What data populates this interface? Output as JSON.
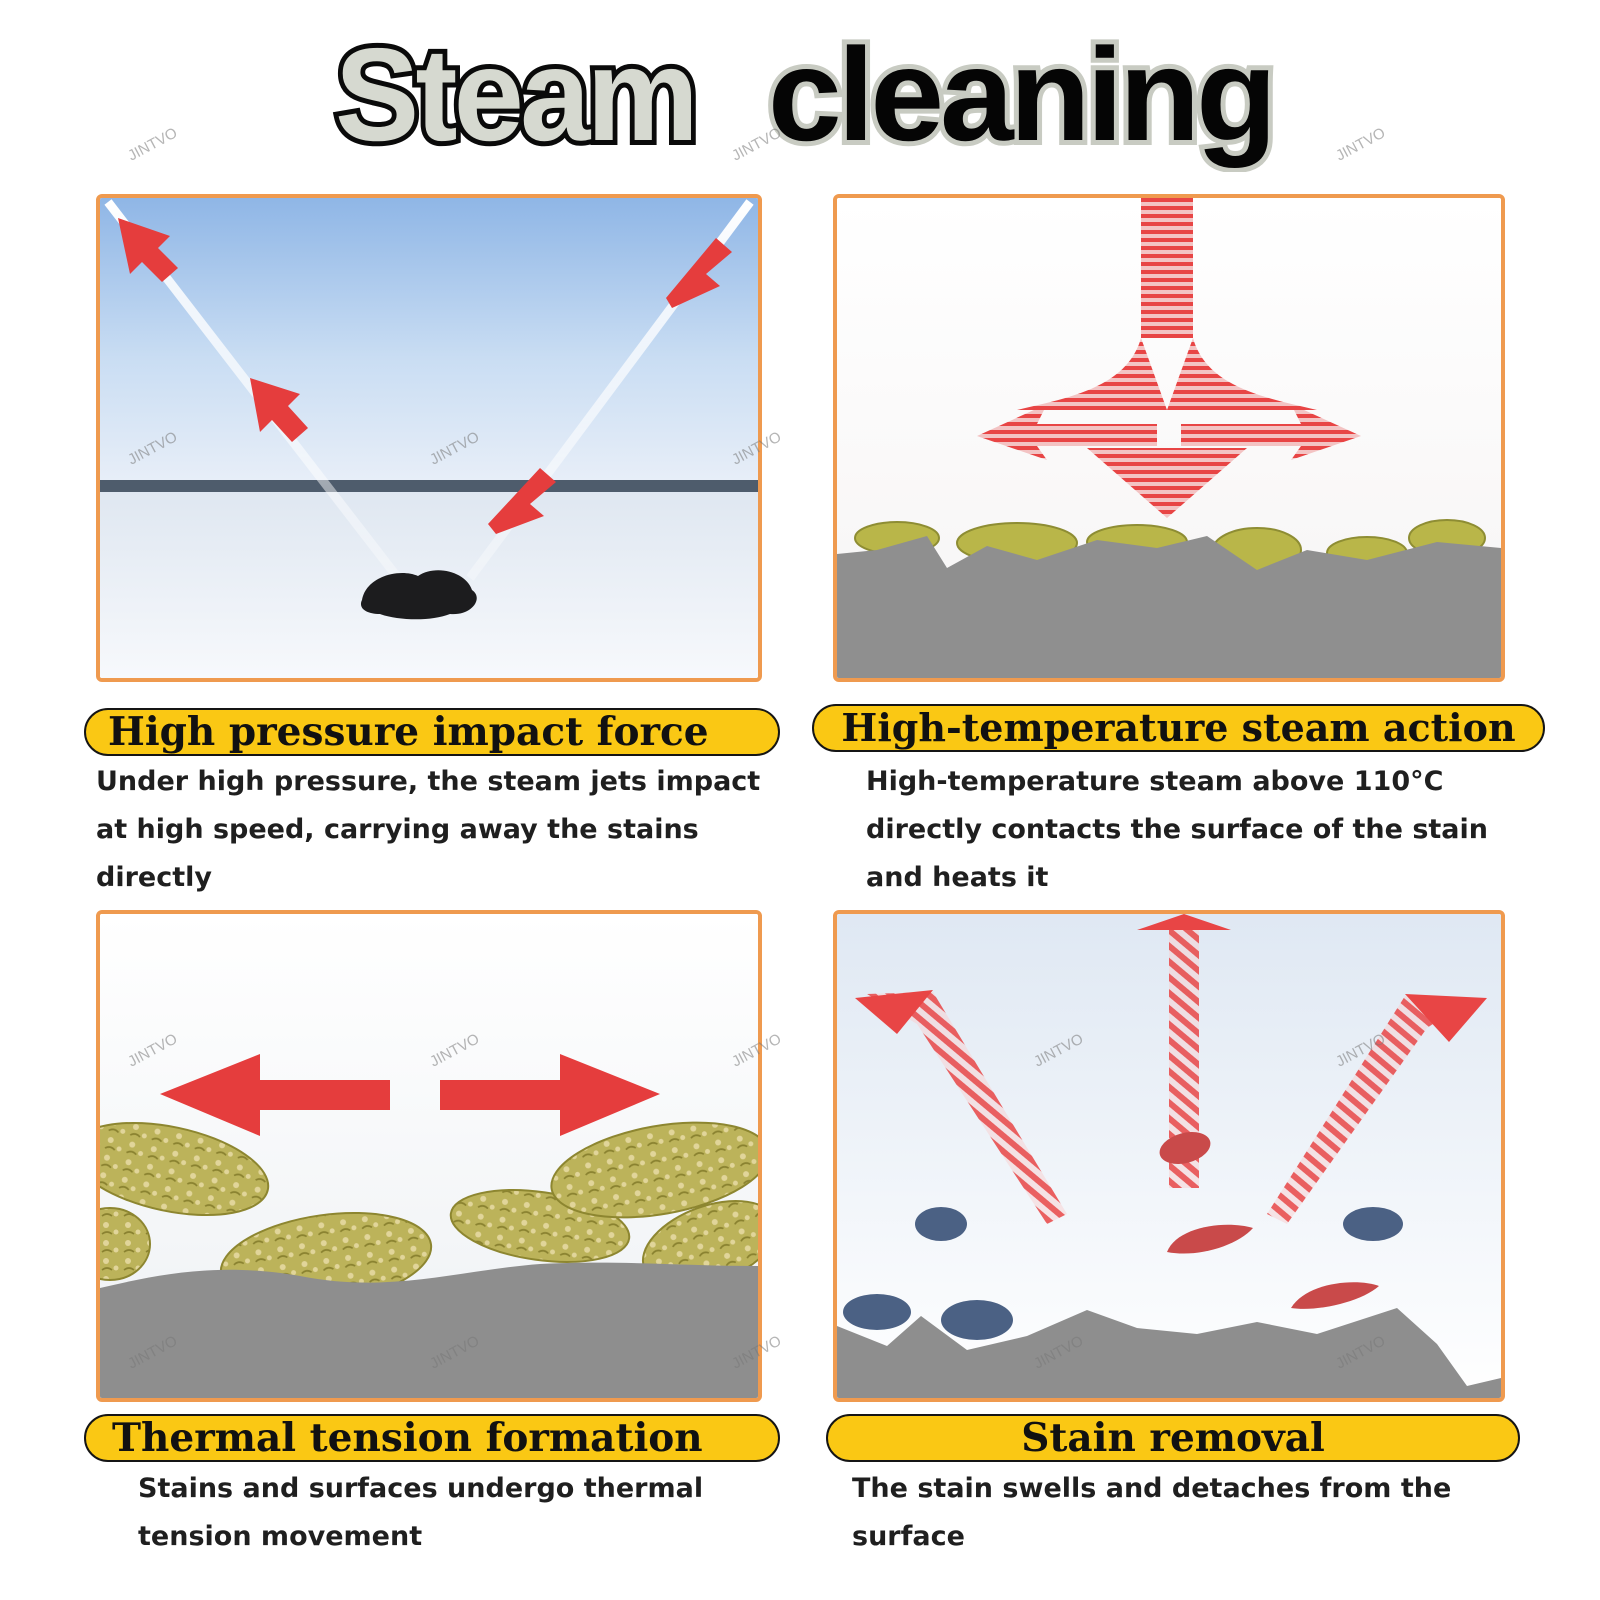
{
  "title": {
    "word1": "Steam",
    "word2": "cleaning"
  },
  "watermark": "JINTVO",
  "colors": {
    "panel_border": "#ef9a4f",
    "label_fill": "#fac814",
    "arrow_red": "#e53d3d",
    "stain_olive": "#b6b24a",
    "surface_gray": "#8f8f8f",
    "particle_blue": "#4b6184"
  },
  "panels": [
    {
      "label": "High pressure impact force",
      "description": "Under high pressure, the steam jets impact at high speed, carrying away the stains directly"
    },
    {
      "label": "High-temperature steam action",
      "description": "High-temperature steam above 110°C directly contacts the surface of the stain and heats it"
    },
    {
      "label": "Thermal tension formation",
      "description": "Stains and surfaces undergo thermal tension movement"
    },
    {
      "label": "Stain removal",
      "description": "The stain swells and detaches from the surface"
    }
  ]
}
